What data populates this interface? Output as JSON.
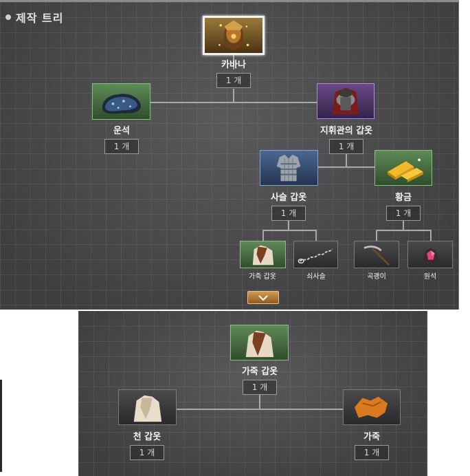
{
  "title": "제작 트리",
  "top_tree": {
    "root": {
      "name": "카바나",
      "count": "1 개",
      "icon": "kabana-armor-icon"
    },
    "meteorite": {
      "name": "운석",
      "count": "1 개",
      "icon": "meteorite-icon"
    },
    "commander_armor": {
      "name": "지휘관의 갑옷",
      "count": "1 개",
      "icon": "commander-armor-icon"
    },
    "chain_armor": {
      "name": "사슬 갑옷",
      "count": "1 개",
      "icon": "chain-armor-icon"
    },
    "gold": {
      "name": "황금",
      "count": "1 개",
      "icon": "gold-bar-icon"
    },
    "leather_armor_small": {
      "name": "가죽 갑옷",
      "icon": "leather-armor-icon"
    },
    "iron_chain": {
      "name": "쇠사슬",
      "icon": "iron-chain-icon"
    },
    "pickaxe": {
      "name": "곡괭이",
      "icon": "pickaxe-icon"
    },
    "gemstone": {
      "name": "원석",
      "icon": "gemstone-icon"
    },
    "expand": {
      "icon": "chevron-down-icon"
    }
  },
  "bottom_tree": {
    "root": {
      "name": "가죽 갑옷",
      "count": "1 개",
      "icon": "leather-armor-icon"
    },
    "cloth_armor": {
      "name": "천 갑옷",
      "count": "1 개",
      "icon": "cloth-armor-icon"
    },
    "leather": {
      "name": "가죽",
      "count": "1 개",
      "icon": "leather-hide-icon"
    }
  }
}
